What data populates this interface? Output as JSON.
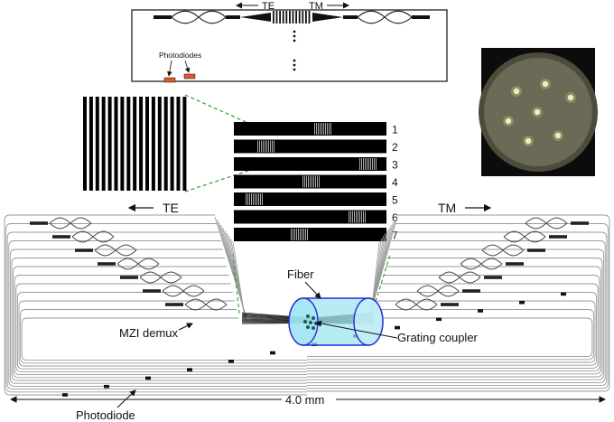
{
  "top_inset": {
    "te_label": "TE",
    "tm_label": "TM",
    "photodiodes_label": "Photodiodes",
    "te_arrow": "←",
    "tm_arrow": "→"
  },
  "grating_rows": [
    "1",
    "2",
    "3",
    "4",
    "5",
    "6",
    "7"
  ],
  "main": {
    "te_label": "TE",
    "tm_label": "TM",
    "te_arrow": "←",
    "tm_arrow": "→",
    "fiber_label": "Fiber",
    "mzi_label": "MZI demux",
    "grating_coupler_label": "Grating coupler",
    "photodiode_label": "Photodiode",
    "scale_label": "4.0 mm"
  },
  "colors": {
    "fiber_fill": "#9fe6f2",
    "fiber_stroke": "#2b2bd6",
    "photodiode_fill": "#e2552a",
    "guide_line": "#9a9a9a",
    "zoom_dash": "#2e9e2e"
  }
}
